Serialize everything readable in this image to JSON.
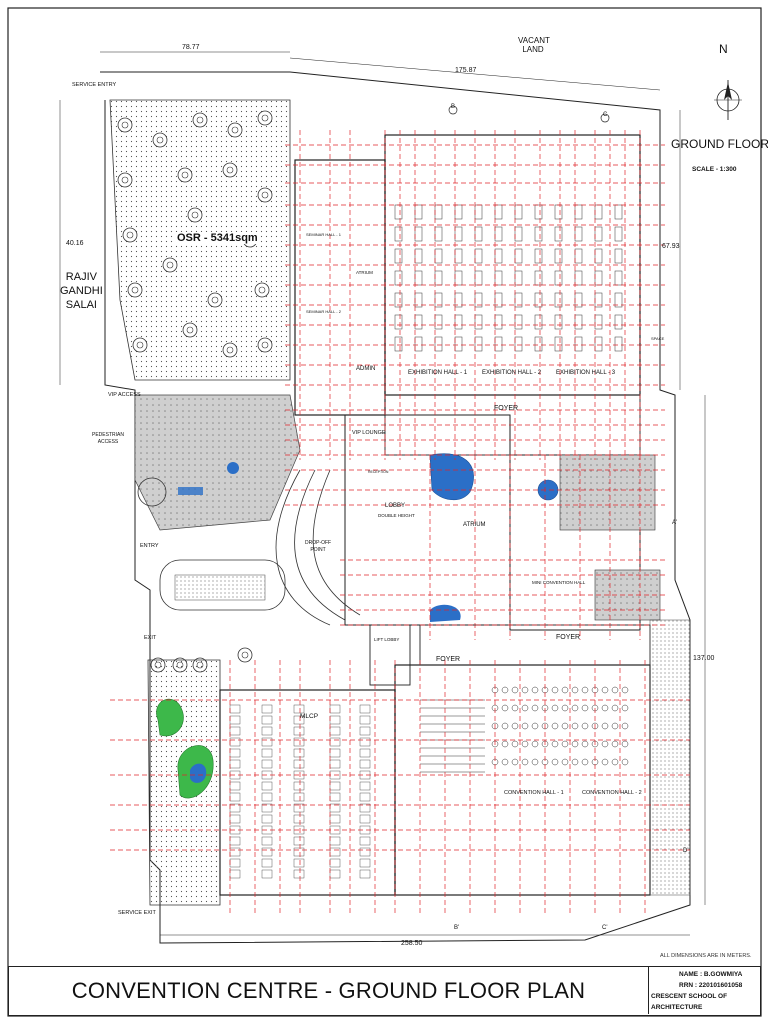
{
  "sheet": {
    "title": "CONVENTION CENTRE - GROUND FLOOR PLAN",
    "name": "NAME : B.GOWMIYA",
    "rrn": "RRN : 220101601058",
    "school": "CRESCENT SCHOOL OF ARCHITECTURE",
    "note": "ALL DIMENSIONS ARE IN METERS."
  },
  "header": {
    "floor": "GROUND FLOOR",
    "scale": "SCALE - 1:300",
    "north": "N"
  },
  "site": {
    "vacant": "VACANT",
    "land": "LAND",
    "road_line1": "RAJIV",
    "road_line2": "GANDHI",
    "road_line3": "SALAI",
    "osr": "OSR - 5341sqm"
  },
  "dimensions": {
    "d1": "78.77",
    "d2": "175.87",
    "d3": "40.16",
    "d4": "67.93",
    "d5": "137.00",
    "d6": "258.50"
  },
  "labels": {
    "service_entry": "SERVICE ENTRY",
    "service_exit": "SERVICE EXIT",
    "vip_access": "VIP ACCESS",
    "pedestrian": "PEDESTRIAN",
    "access": "ACCESS",
    "entry": "ENTRY",
    "exit": "EXIT",
    "drop_off": "DROP-OFF",
    "point": "POINT",
    "admin": "ADMIN",
    "vip_lounge": "VIP LOUNGE",
    "lobby": "LOBBY",
    "double_height": "DOUBLE HEIGHT",
    "atrium": "ATRIUM",
    "atrium_small": "ATRIUM",
    "exhibition1": "EXHIBITION HALL - 1",
    "exhibition2": "EXHIBITION HALL - 2",
    "exhibition3": "EXHIBITION HALL - 3",
    "foyer_top": "FOYER",
    "foyer_mid": "FOYER",
    "foyer_left": "FOYER",
    "mini_conv": "MINI CONVENTION HALL",
    "lift_lobby": "LIFT LOBBY",
    "mlcp": "MLCP",
    "convention1": "CONVENTION HALL - 1",
    "convention2": "CONVENTION HALL - 2",
    "seminar1": "SEMINAR HALL - 1",
    "seminar2": "SEMINAR HALL - 2",
    "reception": "RECEPTION",
    "space": "SPACE",
    "b_top": "B",
    "c_top": "C",
    "b_bot": "B'",
    "c_bot": "C'",
    "a_right": "A'",
    "d_right": "D'"
  },
  "colors": {
    "grid": "#e0262b",
    "line": "#222222",
    "water": "#2b6fc7",
    "lawn": "#3db84a",
    "paving": "#bdbdbd"
  }
}
